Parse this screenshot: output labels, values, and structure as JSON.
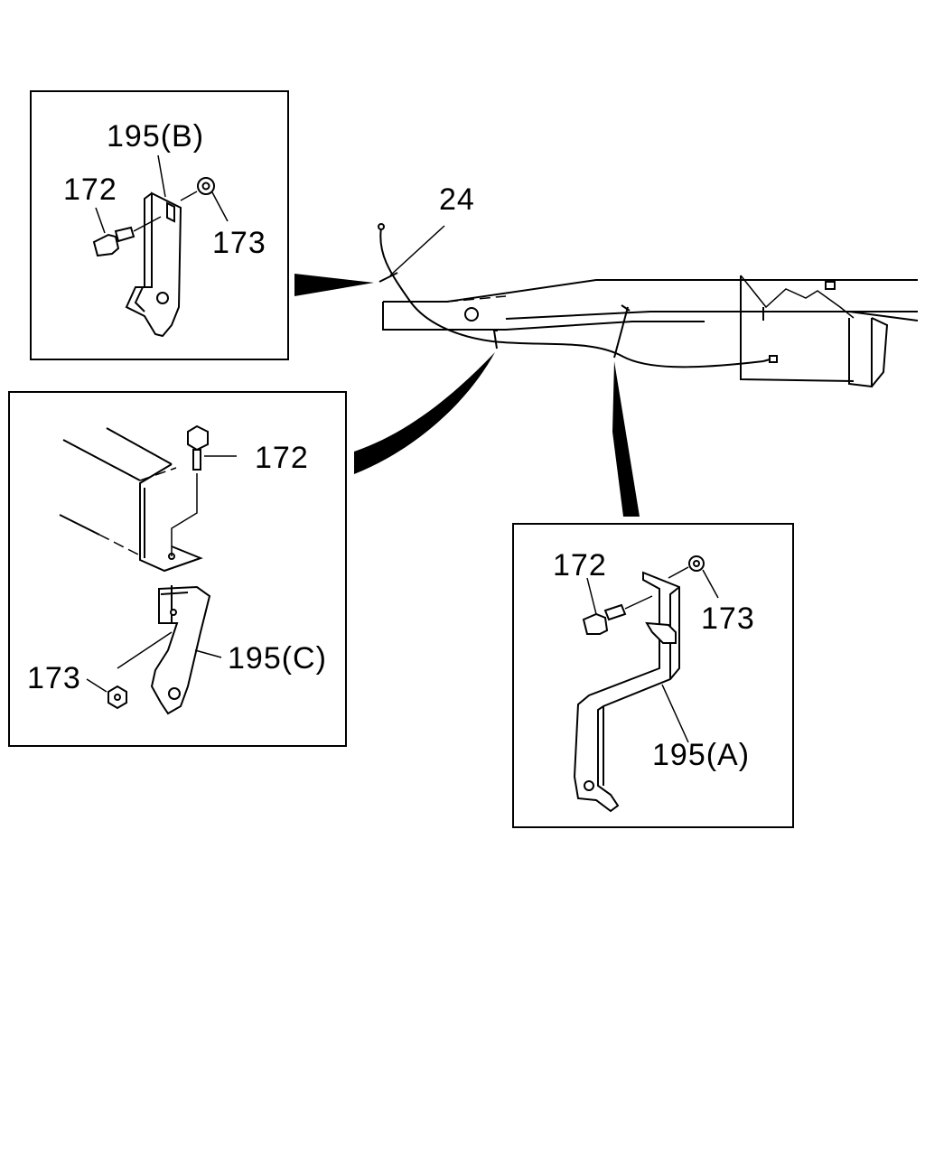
{
  "diagram": {
    "callouts": {
      "main_cable": "24",
      "detail_b": {
        "bracket": "195(B)",
        "bolt": "172",
        "nut": "173"
      },
      "detail_c": {
        "bracket": "195(C)",
        "bolt": "172",
        "nut": "173"
      },
      "detail_a": {
        "bracket": "195(A)",
        "bolt": "172",
        "nut": "173"
      }
    }
  }
}
